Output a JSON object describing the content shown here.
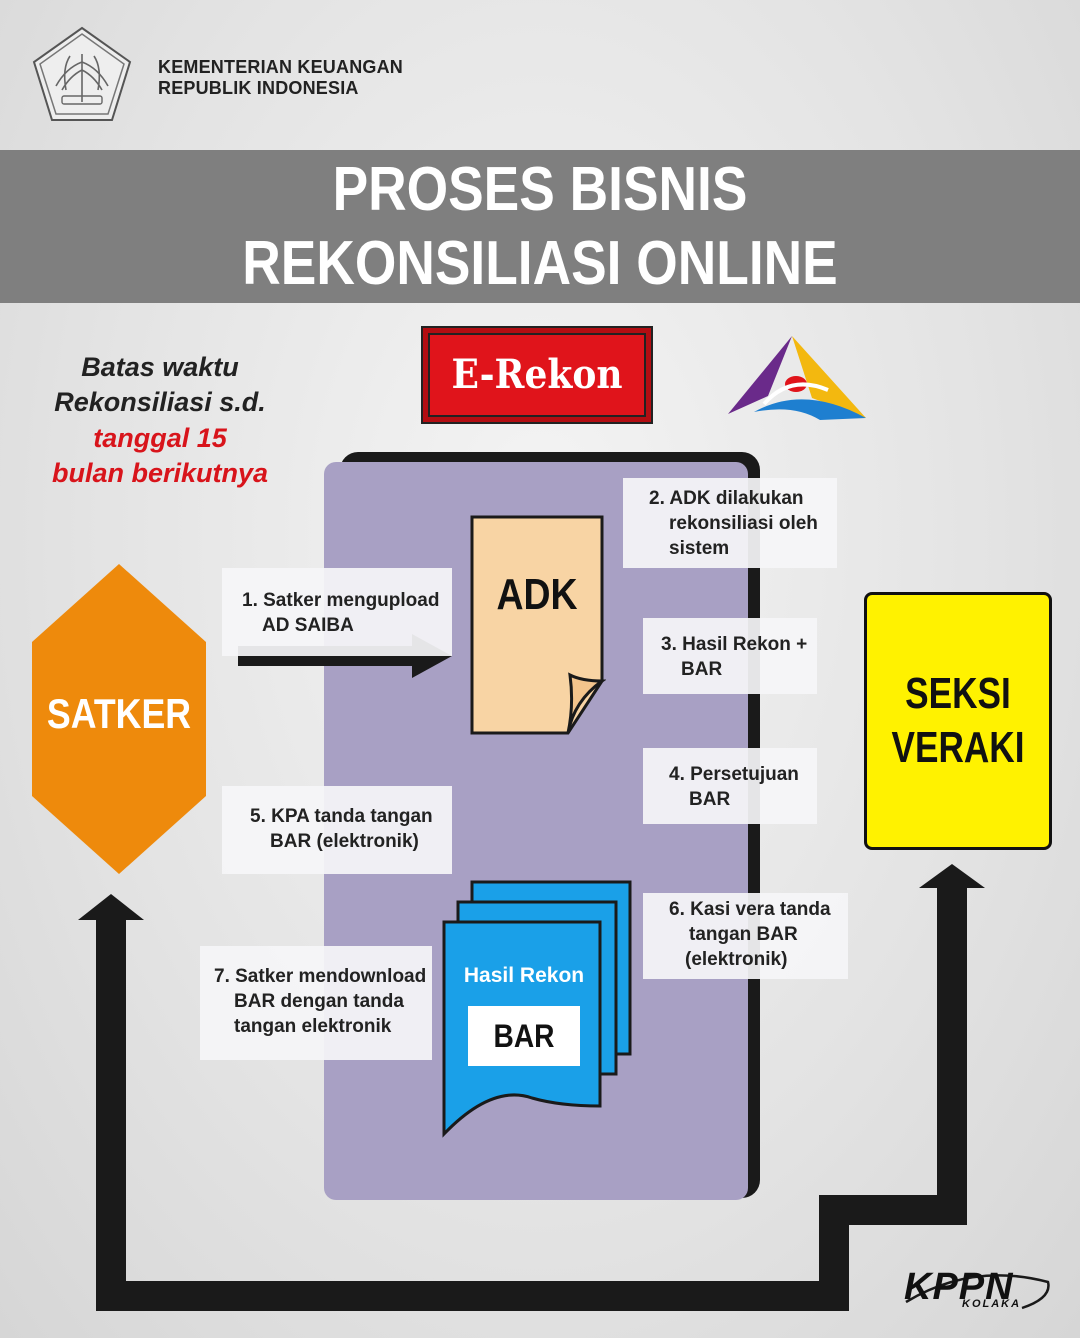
{
  "header": {
    "ministry_line1": "KEMENTERIAN KEUANGAN",
    "ministry_line2": "REPUBLIK INDONESIA",
    "title_line1": "PROSES BISNIS",
    "title_line2": "REKONSILIASI ONLINE"
  },
  "app_badge": "E-Rekon",
  "deadline": {
    "line1": "Batas waktu",
    "line2": "Rekonsiliasi s.d.",
    "line3": "tanggal 15",
    "line4": "bulan berikutnya"
  },
  "actors": {
    "satker": "SATKER",
    "seksi_line1": "SEKSI",
    "seksi_line2": "VERAKI"
  },
  "documents": {
    "adk": "ADK",
    "hasil_rekon": "Hasil Rekon",
    "bar": "BAR"
  },
  "steps": [
    {
      "line1": "1. Satker mengupload",
      "line2": "AD SAIBA"
    },
    {
      "line1": "2. ADK dilakukan",
      "line2": "rekonsiliasi oleh",
      "line3": "sistem"
    },
    {
      "line1": "3. Hasil Rekon +",
      "line2": "BAR"
    },
    {
      "line1": "4. Persetujuan",
      "line2": "BAR"
    },
    {
      "line1": "5. KPA tanda tangan",
      "line2": "BAR (elektronik)"
    },
    {
      "line1": "6. Kasi vera tanda",
      "line2": "tangan BAR",
      "line3": "(elektronik)"
    },
    {
      "line1": "7. Satker mendownload",
      "line2": "BAR dengan tanda",
      "line3": "tangan elektronik"
    }
  ],
  "footer_logo": {
    "name": "KPPN",
    "sub": "KOLAKA"
  },
  "colors": {
    "banner": "#7f7f7f",
    "erekon": "#e0141b",
    "satker": "#ee8a0c",
    "seksi": "#fff200",
    "panel": "#a8a0c4",
    "adk": "#f8d4a4",
    "bar_doc": "#1aa0e8",
    "deadline_red": "#d8141b"
  },
  "icons": [
    "kemenkeu-emblem",
    "djpb-logo",
    "kppn-logo"
  ]
}
